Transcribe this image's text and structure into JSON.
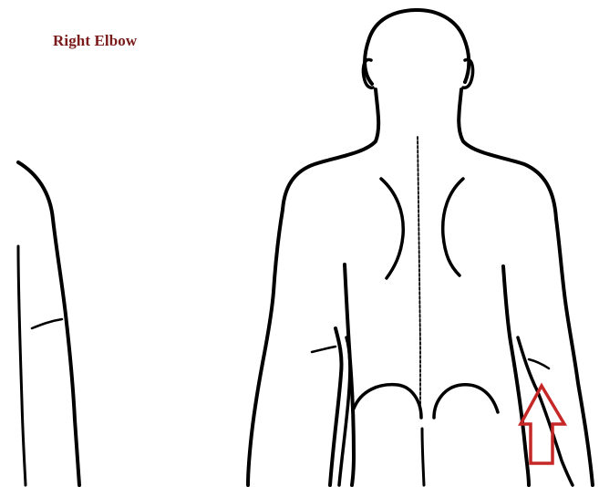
{
  "diagram": {
    "label": "Right Elbow",
    "colors": {
      "label": "#7a1a1a",
      "outline": "#000000",
      "arrow": "#c62828",
      "background": "#ffffff"
    },
    "figure": "human-back-outline-with-arms",
    "indicator": "up-arrow-pointing-to-right-elbow"
  }
}
